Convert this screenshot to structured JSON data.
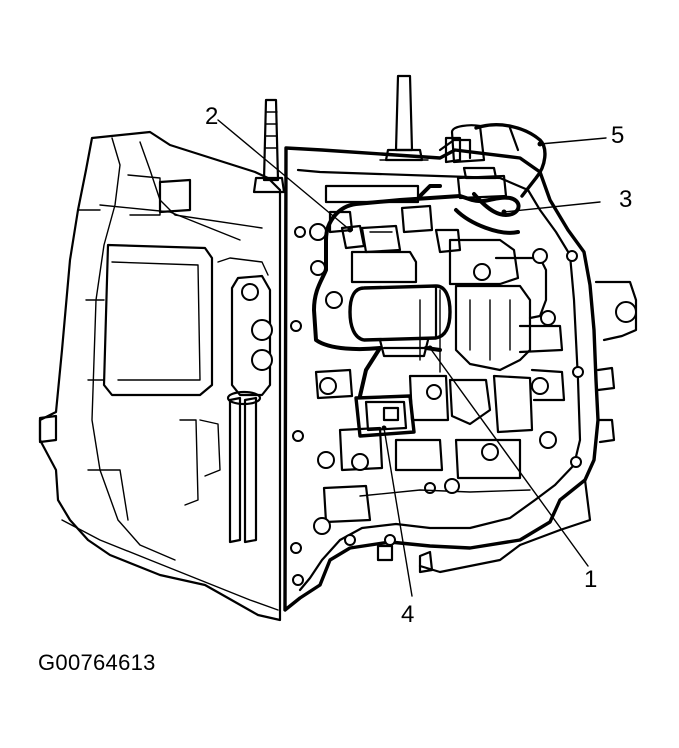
{
  "figure_id": "G00764613",
  "callouts": [
    {
      "id": "1",
      "label": "1"
    },
    {
      "id": "2",
      "label": "2"
    },
    {
      "id": "3",
      "label": "3"
    },
    {
      "id": "4",
      "label": "4"
    },
    {
      "id": "5",
      "label": "5"
    }
  ]
}
